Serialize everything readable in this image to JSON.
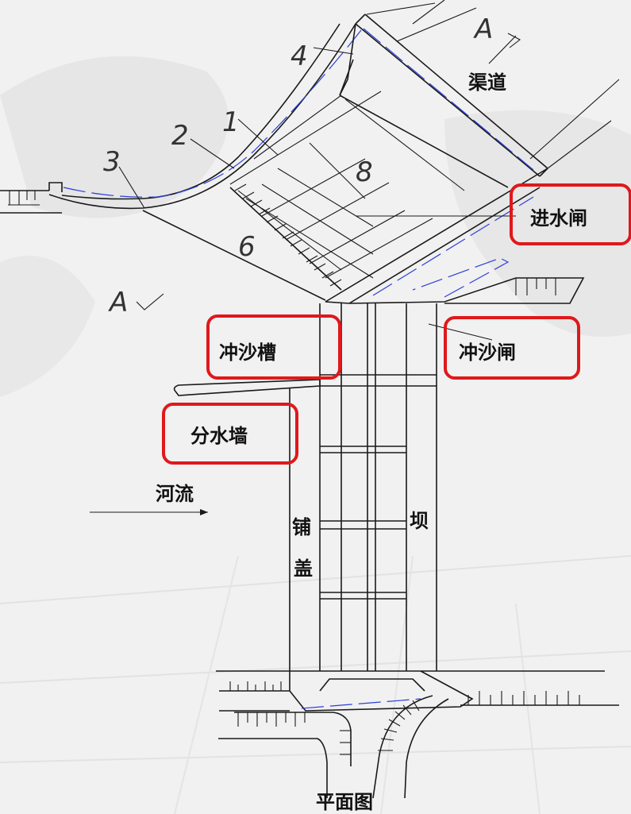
{
  "labels": {
    "canal": "渠道",
    "intake_gate": "进水闸",
    "sluice_trough": "冲沙槽",
    "sluice_gate": "冲沙闸",
    "divide_wall": "分水墙",
    "river_flow": "河流",
    "apron_1": "铺",
    "apron_2": "盖",
    "dam": "坝",
    "plan_view": "平面图",
    "section_a_top": "A",
    "section_a_left": "A"
  },
  "numbers": {
    "n1": "1",
    "n2": "2",
    "n3": "3",
    "n4": "4",
    "n6": "6",
    "n8": "8"
  },
  "colors": {
    "highlight": "#e0181b",
    "dashed_line": "#2c3fd6",
    "line": "#1a1a1a",
    "background": "#f1f1f1"
  }
}
